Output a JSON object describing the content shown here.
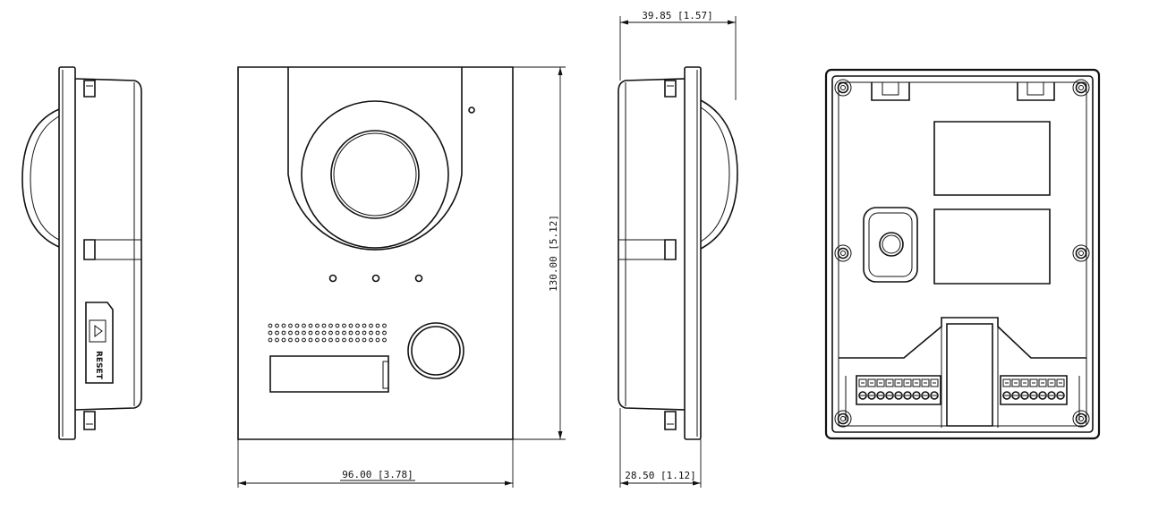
{
  "dimensions": {
    "front_width": "96.00 [3.78]",
    "front_height": "130.00 [5.12]",
    "side_depth_total": "39.85 [1.57]",
    "side_depth_body": "28.50 [1.12]"
  },
  "labels": {
    "reset": "RESET"
  }
}
